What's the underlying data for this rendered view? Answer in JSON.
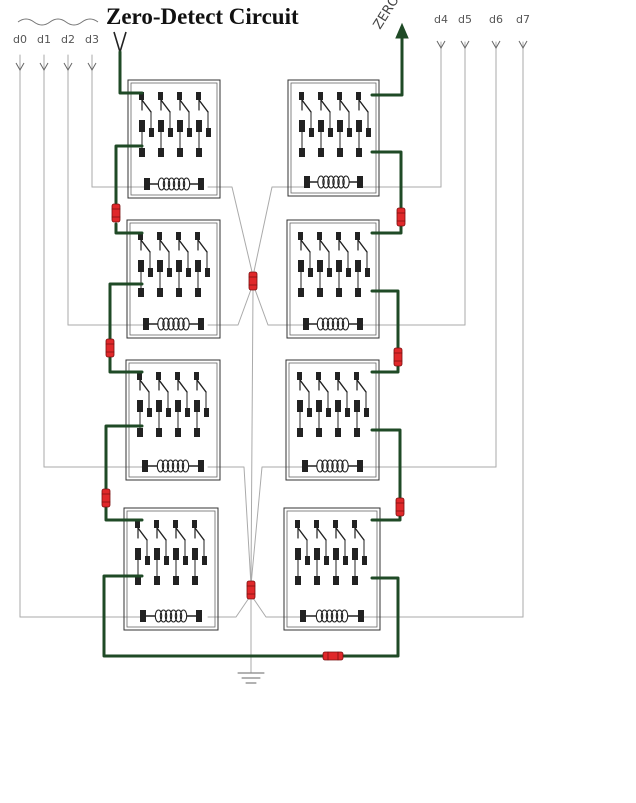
{
  "title": "Zero-Detect Circuit",
  "output_label": "ZERO",
  "left_inputs": [
    "d0",
    "d1",
    "d2",
    "d3"
  ],
  "right_inputs": [
    "d4",
    "d5",
    "d6",
    "d7"
  ],
  "colors": {
    "wire": "#1f4a26",
    "signal": "#aaaaaa",
    "resistor": "#e0282a",
    "relay": "#222222"
  }
}
